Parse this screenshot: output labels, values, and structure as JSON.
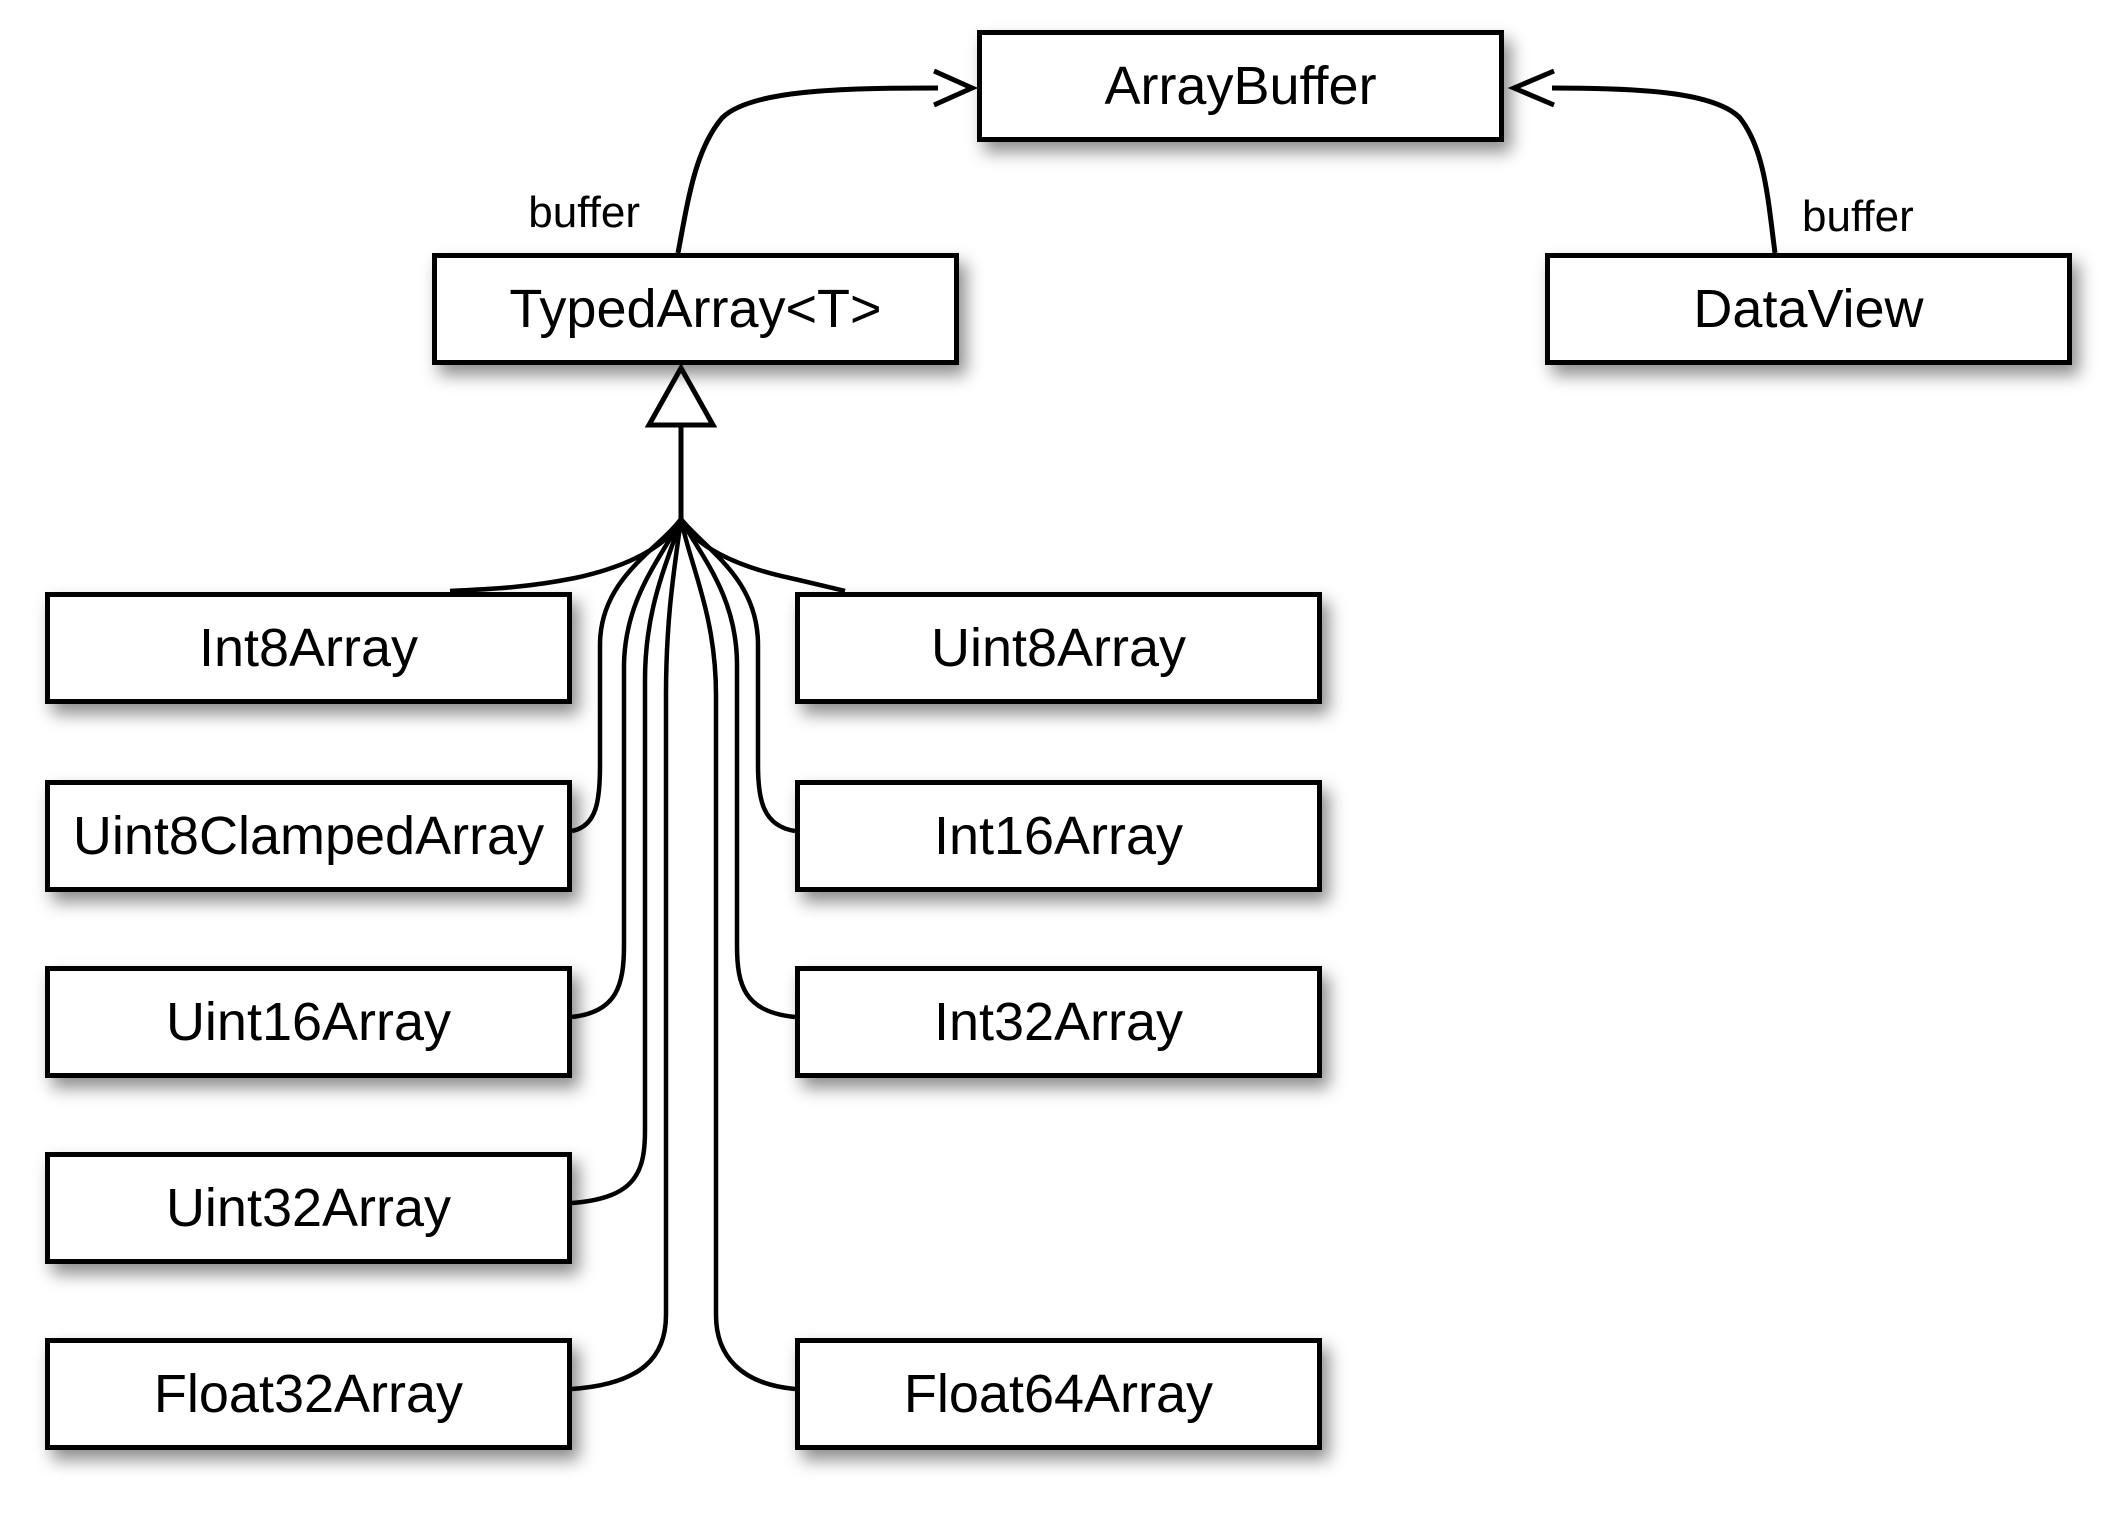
{
  "diagram": {
    "type": "class-hierarchy",
    "colors": {
      "stroke": "#000000",
      "box_fill": "#ffffff",
      "background": "#ffffff",
      "text": "#000000"
    },
    "nodes": {
      "array_buffer": {
        "label": "ArrayBuffer"
      },
      "typed_array": {
        "label": "TypedArray<T>"
      },
      "data_view": {
        "label": "DataView"
      },
      "typed_array_subclasses_left": [
        "Int8Array",
        "Uint8ClampedArray",
        "Uint16Array",
        "Uint32Array",
        "Float32Array"
      ],
      "typed_array_subclasses_right": [
        "Uint8Array",
        "Int16Array",
        "Int32Array",
        "Float64Array"
      ]
    },
    "edges": {
      "typed_array_buffer": {
        "label": "buffer"
      },
      "data_view_buffer": {
        "label": "buffer"
      }
    }
  }
}
